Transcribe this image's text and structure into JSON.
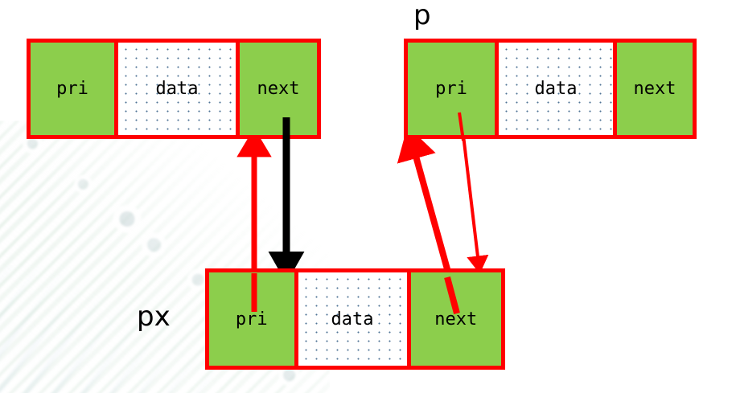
{
  "diagram": {
    "title": "linked-list node pointer diagram",
    "colors": {
      "border": "#FF0000",
      "field_fill": "#8CCE4C",
      "data_dots": "#4F7396",
      "arrow_red": "#FF0000",
      "arrow_black": "#000000",
      "text": "#000000",
      "background": "#FFFFFF"
    },
    "field_labels": {
      "prev": "pri",
      "data": "data",
      "next": "next"
    },
    "nodes": [
      {
        "id": "node-top-left",
        "pointer_label": "",
        "cells": [
          {
            "label": "pri",
            "style": "green"
          },
          {
            "label": "data",
            "style": "dotted"
          },
          {
            "label": "next",
            "style": "green"
          }
        ]
      },
      {
        "id": "node-p",
        "pointer_label": "p",
        "cells": [
          {
            "label": "pri",
            "style": "green"
          },
          {
            "label": "data",
            "style": "dotted"
          },
          {
            "label": "next",
            "style": "green"
          }
        ]
      },
      {
        "id": "node-px",
        "pointer_label": "px",
        "cells": [
          {
            "label": "pri",
            "style": "green"
          },
          {
            "label": "data",
            "style": "dotted"
          },
          {
            "label": "next",
            "style": "green"
          }
        ]
      }
    ],
    "labels": {
      "p": "p",
      "px": "px"
    },
    "arrows": [
      {
        "id": "arrow-px-pri-to-topleft",
        "color": "#FF0000",
        "weight": "thick",
        "from": "node-px.pri",
        "to": "node-top-left.bottom"
      },
      {
        "id": "arrow-topleft-next-to-px",
        "color": "#000000",
        "weight": "thick",
        "from": "node-top-left.next",
        "to": "node-px.pri"
      },
      {
        "id": "arrow-px-next-to-p-pri",
        "color": "#FF0000",
        "weight": "thick",
        "from": "node-px.next",
        "to": "node-p.pri"
      },
      {
        "id": "arrow-p-pri-to-px-next",
        "color": "#FF0000",
        "weight": "thin",
        "from": "node-p.pri",
        "to": "node-px.next"
      }
    ]
  }
}
